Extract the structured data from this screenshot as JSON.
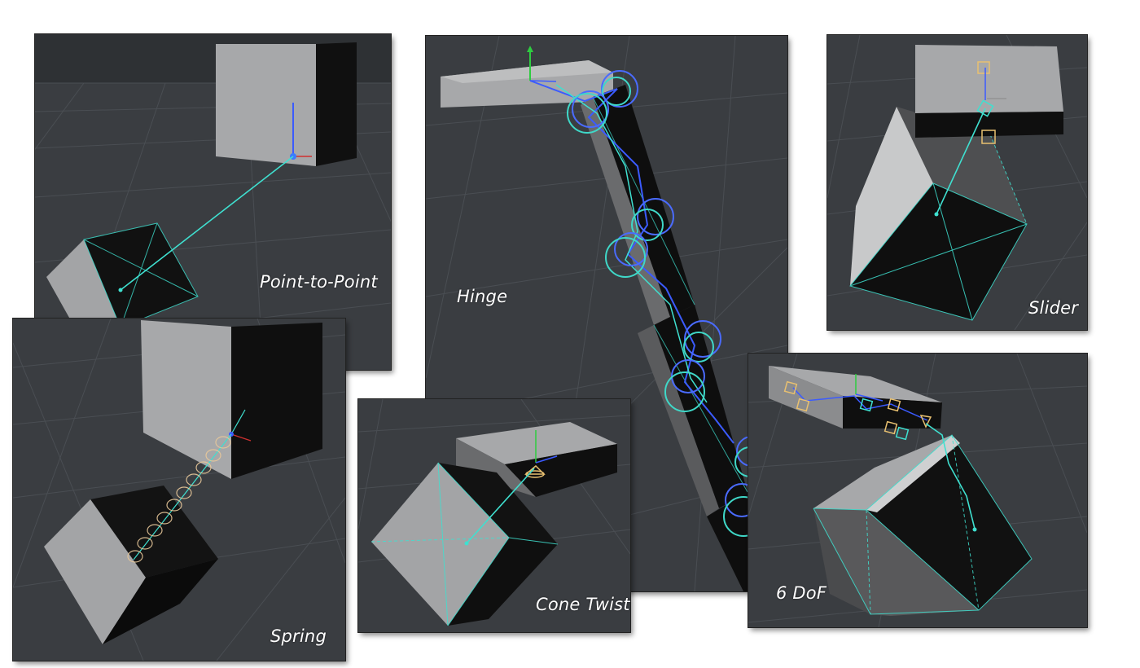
{
  "panels": {
    "point_to_point": {
      "caption": "Point-to-Point"
    },
    "hinge": {
      "caption": "Hinge"
    },
    "slider": {
      "caption": "Slider"
    },
    "spring": {
      "caption": "Spring"
    },
    "cone_twist": {
      "caption": "Cone Twist"
    },
    "six_dof": {
      "caption": "6 DoF"
    }
  },
  "colors": {
    "viewport_bg": "#3a3d41",
    "grid_line": "#4c5055",
    "cube_light": "#a7a8aa",
    "cube_mid": "#5a5b5d",
    "cube_dark": "#111111",
    "constraint_line": "#3fe0d0",
    "hinge_ring": "#4a6bff",
    "hinge_ring_cyan": "#3fd8c8",
    "axis_y": "#2ecc40",
    "axis_z": "#3b5bff",
    "axis_x": "#d03030",
    "limit_marker": "#e8c070",
    "spring_coil": "#e8c89a"
  },
  "icons": [
    "axis-gizmo-icon",
    "pivot-icon",
    "hinge-ring-icon",
    "slider-marker-icon",
    "spring-coil-icon",
    "cone-limit-icon"
  ]
}
